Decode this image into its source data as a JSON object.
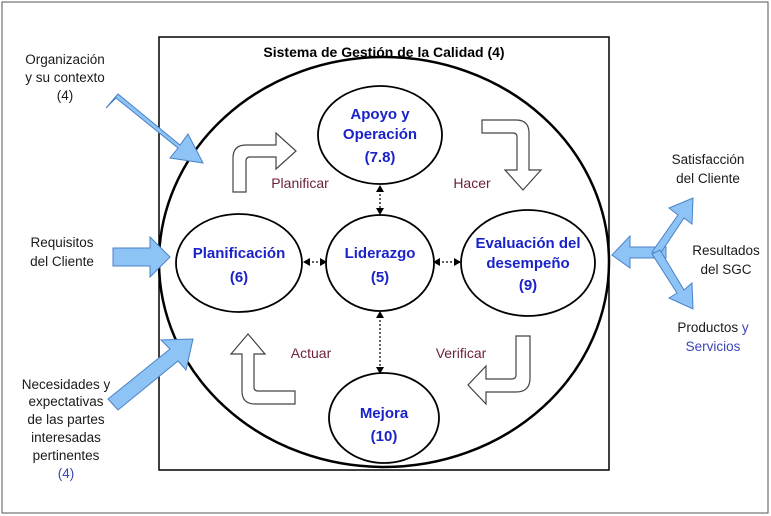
{
  "system_title": "Sistema de Gestión de la Calidad (4)",
  "nodes": {
    "apoyo": {
      "line1": "Apoyo y",
      "line2": "Operación",
      "line3": "(7.8)"
    },
    "planificacion": {
      "line1": "Planificación",
      "line2": "(6)"
    },
    "liderazgo": {
      "line1": "Liderazgo",
      "line2": "(5)"
    },
    "evaluacion": {
      "line1": "Evaluación del",
      "line2": "desempeño",
      "line3": "(9)"
    },
    "mejora": {
      "line1": "Mejora",
      "line2": "(10)"
    }
  },
  "phases": {
    "planificar": "Planificar",
    "hacer": "Hacer",
    "actuar": "Actuar",
    "verificar": "Verificar"
  },
  "inputs": {
    "organizacion": {
      "line1": "Organización",
      "line2": "y su contexto",
      "line3": "(4)"
    },
    "requisitos": {
      "line1": "Requisitos",
      "line2": "del Cliente"
    },
    "necesidades": {
      "line1": "Necesidades y",
      "line2": "expectativas",
      "line3": "de las partes",
      "line4": "interesadas",
      "line5": "pertinentes",
      "line6": "(4)"
    }
  },
  "outputs": {
    "satisfaccion": {
      "line1": "Satisfacción",
      "line2": "del Cliente"
    },
    "resultados": {
      "line1": "Resultados",
      "line2": "del SGC"
    },
    "productos": {
      "word1": "Productos",
      "word2": " y",
      "line2": "Servicios"
    }
  },
  "colors": {
    "node_text": "#1a22c8",
    "phase_text": "#6b1f3d",
    "arrow_fill": "#8ec3f5",
    "arrow_stroke": "#4a82c7",
    "accent_blue": "#3b46b8"
  }
}
